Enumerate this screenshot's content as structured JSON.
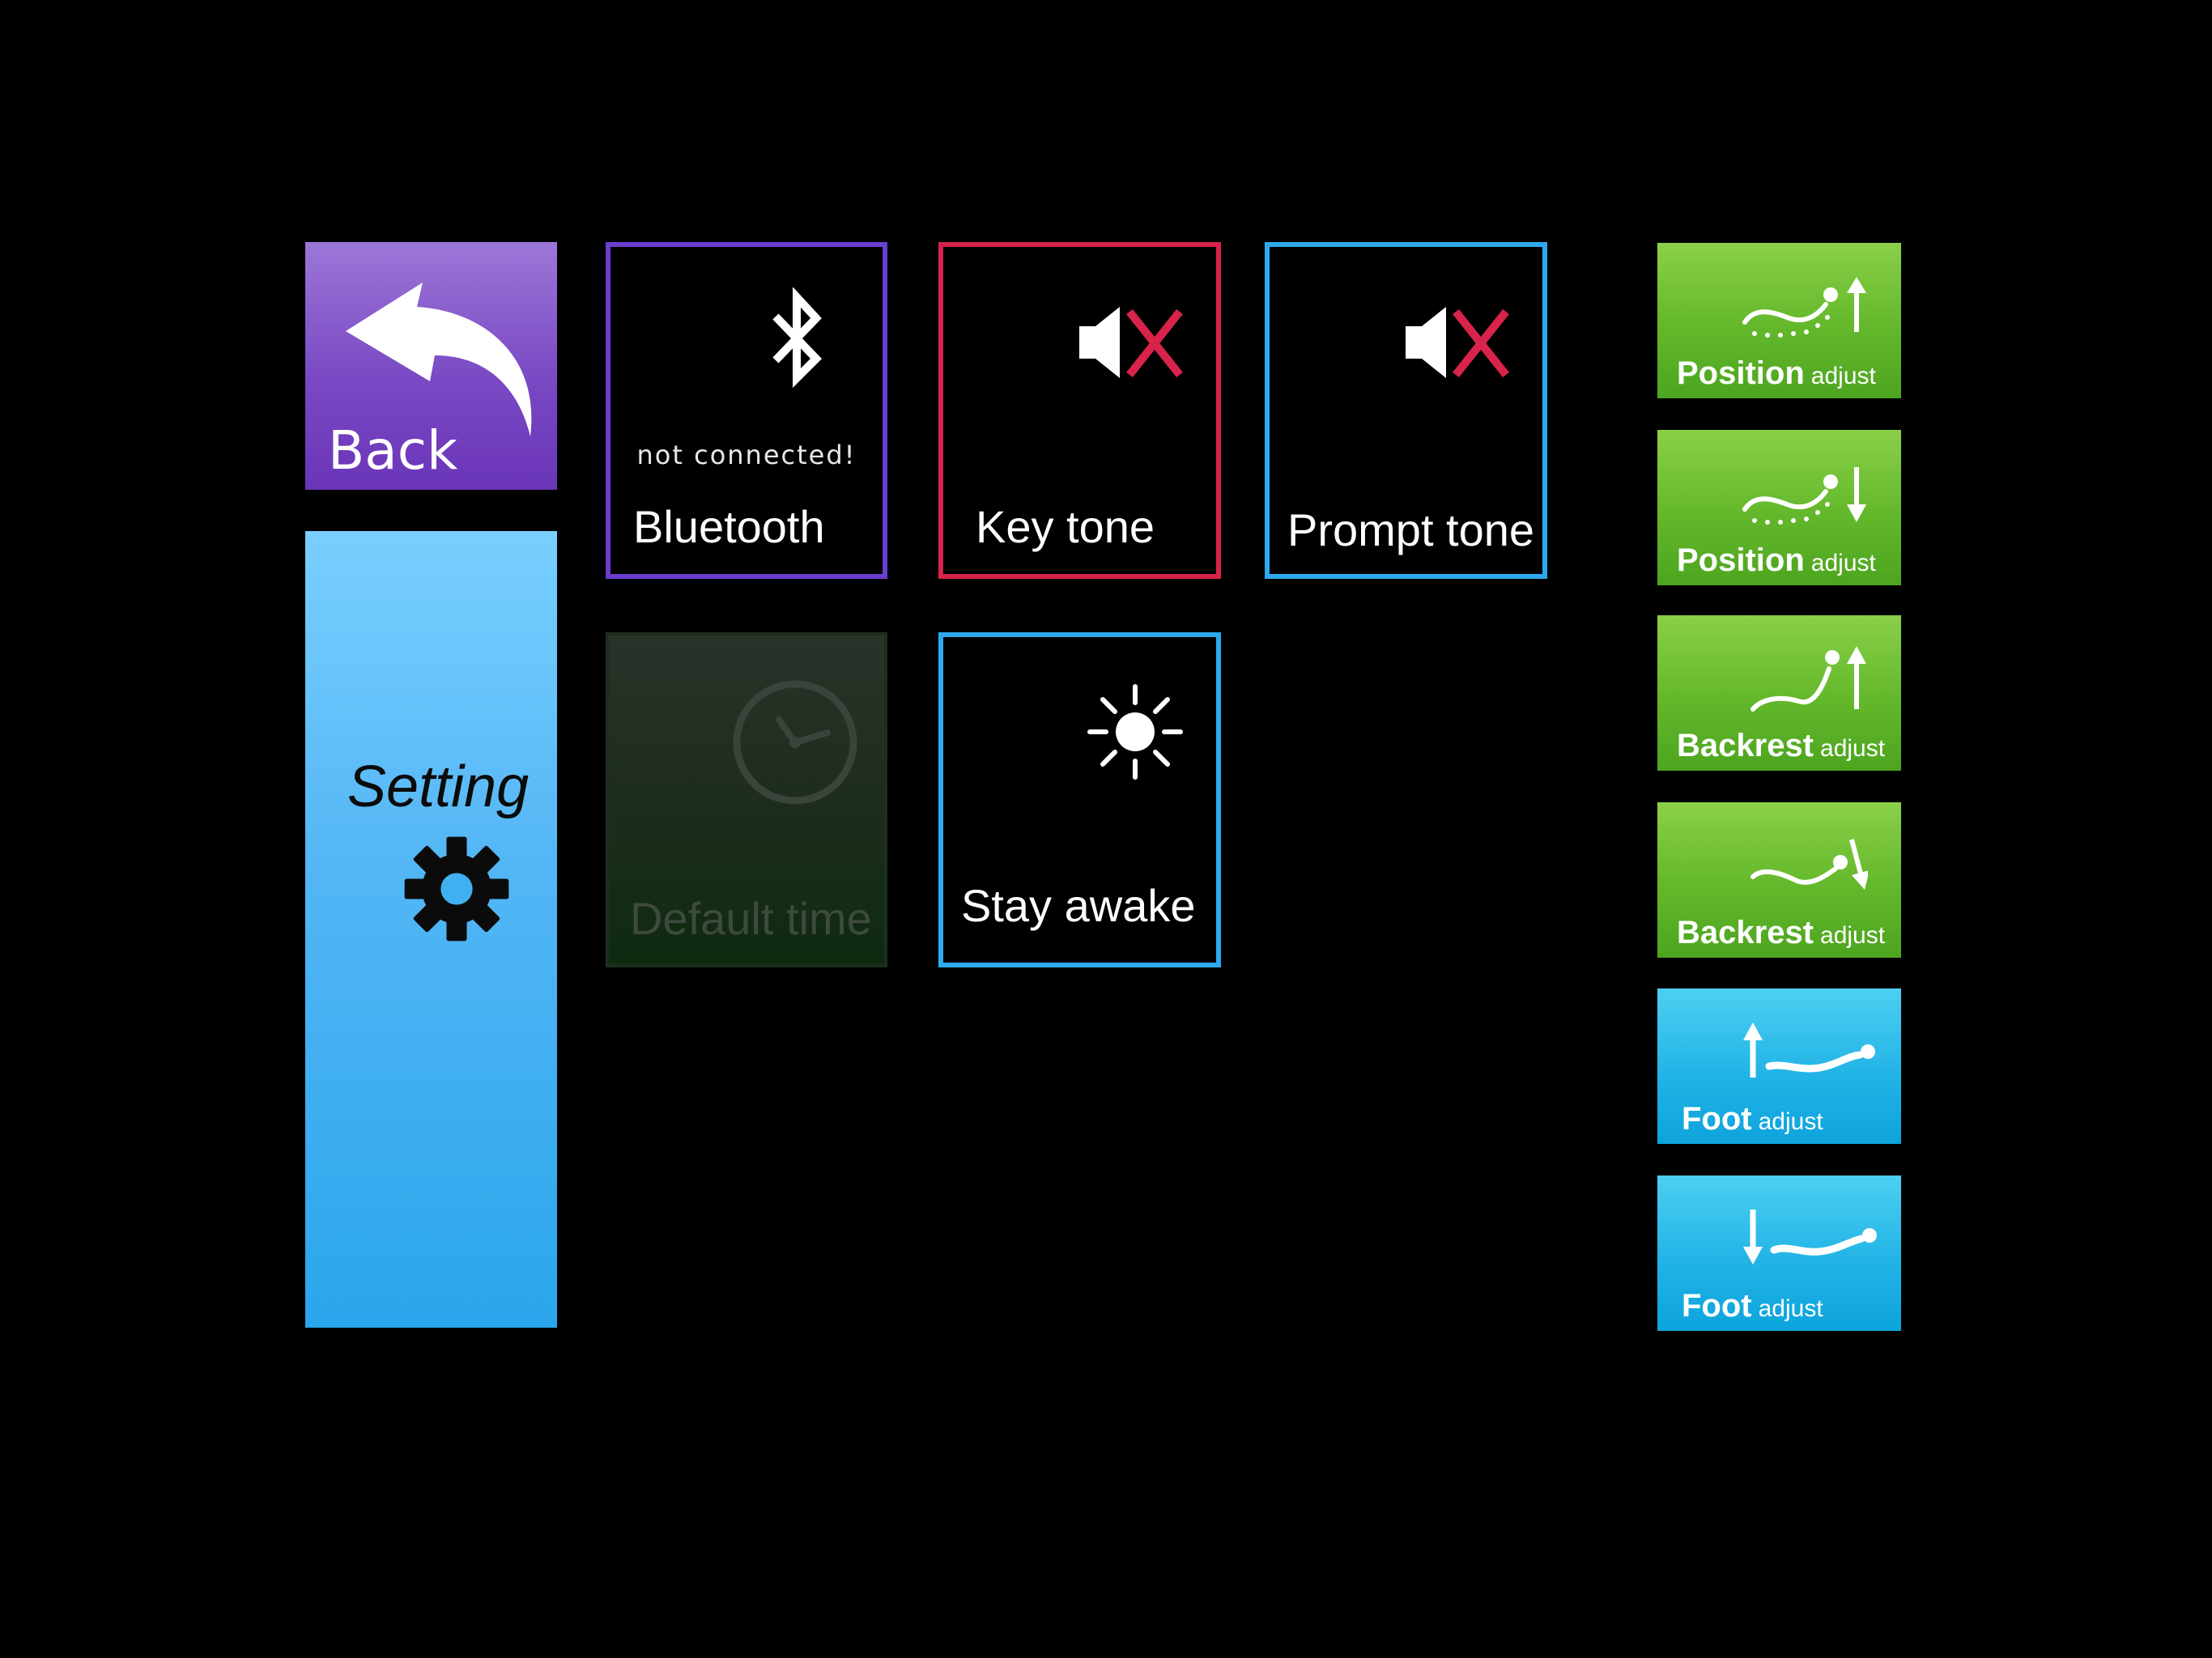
{
  "back": {
    "label": "Back",
    "icon": "back-arrow-icon"
  },
  "setting": {
    "label": "Setting",
    "icon": "gear-icon"
  },
  "tiles": {
    "bluetooth": {
      "label": "Bluetooth",
      "status": "not connected!",
      "icon": "bluetooth-icon"
    },
    "key_tone": {
      "label": "Key tone",
      "icon": "speaker-muted-icon"
    },
    "prompt_tone": {
      "label": "Prompt tone",
      "icon": "speaker-muted-icon"
    },
    "default_time": {
      "label": "Default time",
      "icon": "clock-icon",
      "state": "disabled"
    },
    "stay_awake": {
      "label": "Stay awake",
      "icon": "sun-icon"
    }
  },
  "adjust": [
    {
      "main": "Position",
      "sub": "adjust",
      "icon": "recline-up-icon",
      "color": "green"
    },
    {
      "main": "Position",
      "sub": "adjust",
      "icon": "recline-down-icon",
      "color": "green"
    },
    {
      "main": "Backrest",
      "sub": "adjust",
      "icon": "backrest-up-icon",
      "color": "green"
    },
    {
      "main": "Backrest",
      "sub": "adjust",
      "icon": "backrest-down-icon",
      "color": "green"
    },
    {
      "main": "Foot",
      "sub": "adjust",
      "icon": "foot-up-icon",
      "color": "blue"
    },
    {
      "main": "Foot",
      "sub": "adjust",
      "icon": "foot-down-icon",
      "color": "blue"
    }
  ],
  "colors": {
    "back": "#7a49c4",
    "setting": "#2aa6ec",
    "bluetooth_border": "#6a3fd0",
    "key_tone_border": "#d8234a",
    "prompt_tone_border": "#2ea9ee",
    "stay_awake_border": "#2ea9ee",
    "adjust_green": "#63b72b",
    "adjust_blue": "#22b4e6",
    "mute_x": "#d8234a"
  }
}
